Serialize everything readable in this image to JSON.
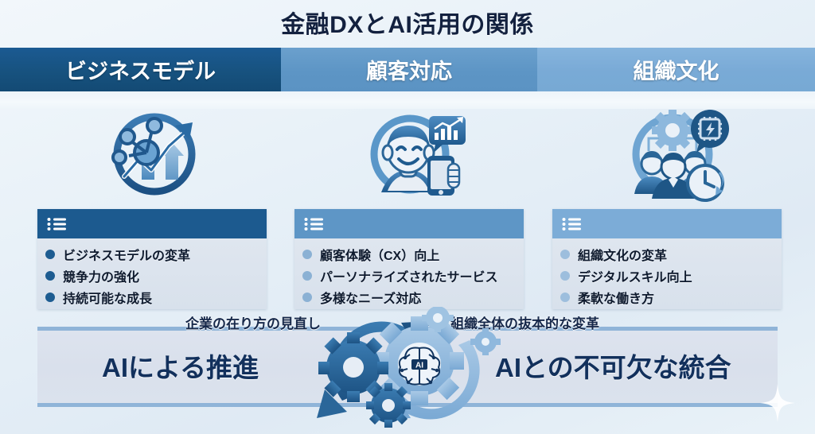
{
  "title": "金融DXとAI活用の関係",
  "colors": {
    "dark_blue": "#17527f",
    "mid_blue": "#5d95c5",
    "light_blue": "#79aad6",
    "navy_text": "#12305c",
    "banner_border": "#8fb4d8"
  },
  "categories": [
    {
      "id": "business-model",
      "label": "ビジネスモデル",
      "icon": "growth-network-icon",
      "list_icon": "list-icon",
      "bullets": [
        "ビジネスモデルの変革",
        "競争力の強化",
        "持続可能な成長"
      ]
    },
    {
      "id": "customer-response",
      "label": "顧客対応",
      "icon": "customer-person-icon",
      "list_icon": "list-icon",
      "bullets": [
        "顧客体験（CX）向上",
        "パーソナライズされたサービス",
        "多様なニーズ対応"
      ]
    },
    {
      "id": "organizational-culture",
      "label": "組織文化",
      "icon": "team-gear-icon",
      "list_icon": "list-icon",
      "bullets": [
        "組織文化の変革",
        "デジタルスキル向上",
        "柔軟な働き方"
      ]
    }
  ],
  "middle_captions": {
    "left": "企業の在り方の見直し",
    "right": "組織全体の抜本的な変革"
  },
  "banner": {
    "left_text": "AIによる推進",
    "right_text": "AIとの不可欠な統合",
    "center_icon": "ai-brain-gears-cycle-icon"
  },
  "decor": {
    "sparkle": "sparkle-icon"
  }
}
